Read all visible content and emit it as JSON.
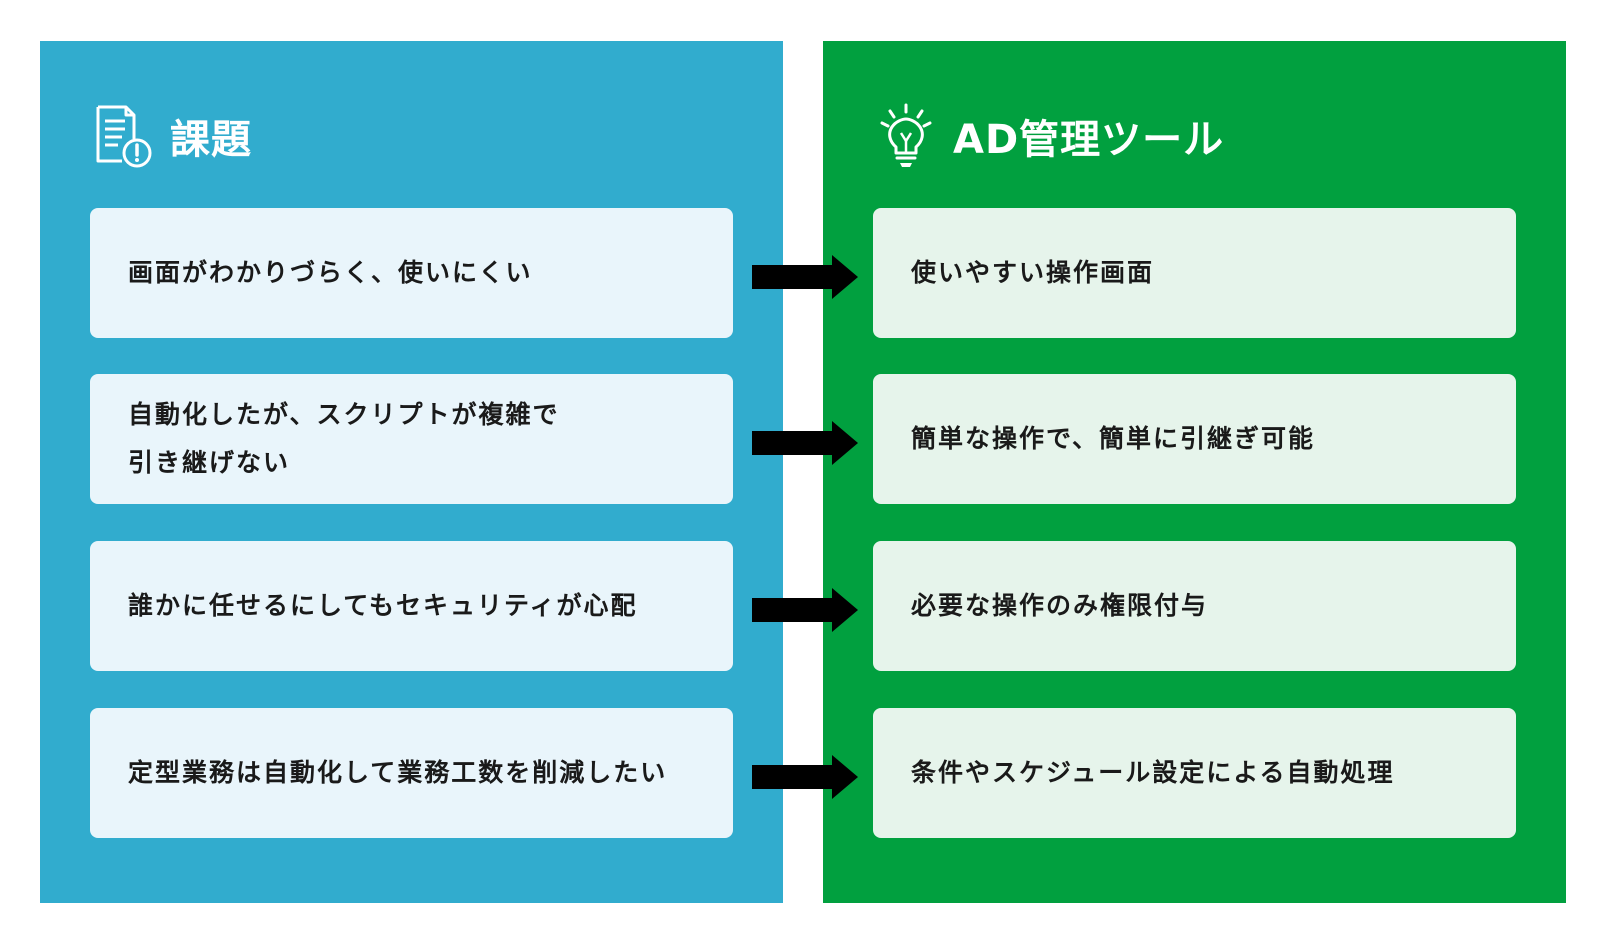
{
  "colors": {
    "left_panel": "#31acce",
    "right_panel": "#01a03f",
    "left_card": "#e9f5fb",
    "right_card": "#e6f4eb",
    "arrow": "#000000",
    "card_text": "#1a1a1a"
  },
  "left": {
    "title": "課題",
    "icon": "document-alert-icon",
    "items": [
      "画面がわかりづらく、使いにくい",
      "自動化したが、スクリプトが複雑で\n引き継げない",
      "誰かに任せるにしてもセキュリティが心配",
      "定型業務は自動化して業務工数を削減したい"
    ]
  },
  "right": {
    "title": "AD管理ツール",
    "icon": "lightbulb-icon",
    "items": [
      "使いやすい操作画面",
      "簡単な操作で、簡単に引継ぎ可能",
      "必要な操作のみ権限付与",
      "条件やスケジュール設定による自動処理"
    ]
  }
}
